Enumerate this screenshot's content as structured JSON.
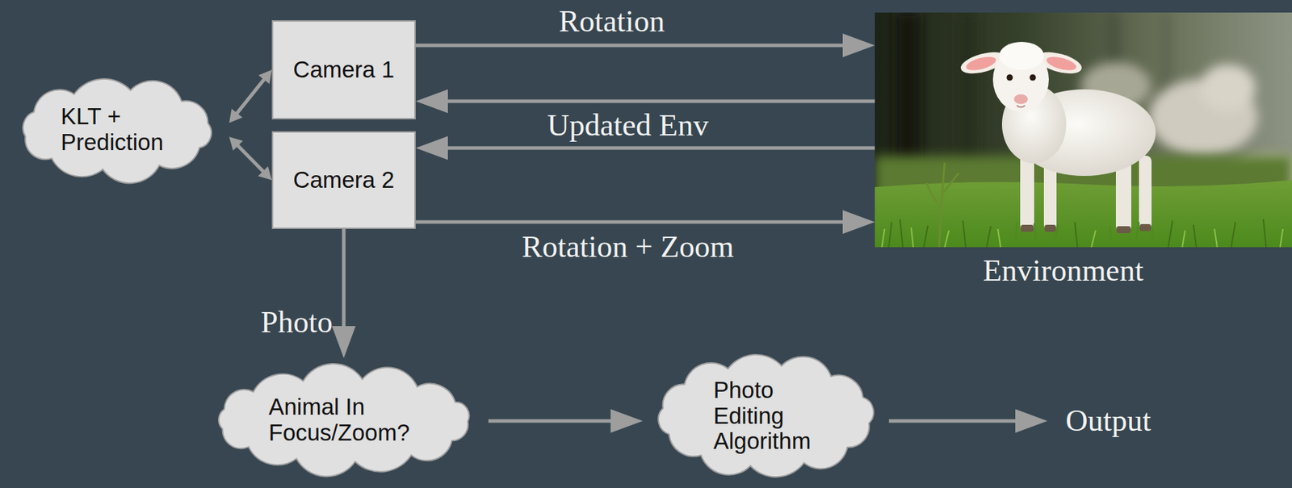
{
  "diagram": {
    "nodes": [
      {
        "text": [
          "KLT + Prediction"
        ]
      },
      {
        "text": [
          "Camera 1"
        ]
      },
      {
        "text": [
          "Camera 2"
        ]
      },
      {
        "text": [
          "Environment"
        ]
      },
      {
        "text": [
          "Animal In Focus/Zoom?"
        ]
      },
      {
        "text": [
          "Photo Editing Algorithm"
        ]
      }
    ],
    "edges": [
      {
        "from": 0,
        "to": 1,
        "arrow": "both"
      },
      {
        "from": 0,
        "to": 2,
        "arrow": "both"
      },
      {
        "from": 1,
        "to": 3,
        "label": "Rotation",
        "arrow": "to"
      },
      {
        "from": 3,
        "to": 1,
        "arrow": "to"
      },
      {
        "from": 3,
        "to": 2,
        "label": "Updated Env",
        "arrow": "to"
      },
      {
        "from": 2,
        "to": 3,
        "label": "Rotation + Zoom",
        "arrow": "to"
      },
      {
        "from": 2,
        "to": 4,
        "label": "Photo",
        "arrow": "to"
      },
      {
        "from": 4,
        "to": 5,
        "arrow": "to"
      }
    ],
    "labels": [
      "Output"
    ]
  }
}
